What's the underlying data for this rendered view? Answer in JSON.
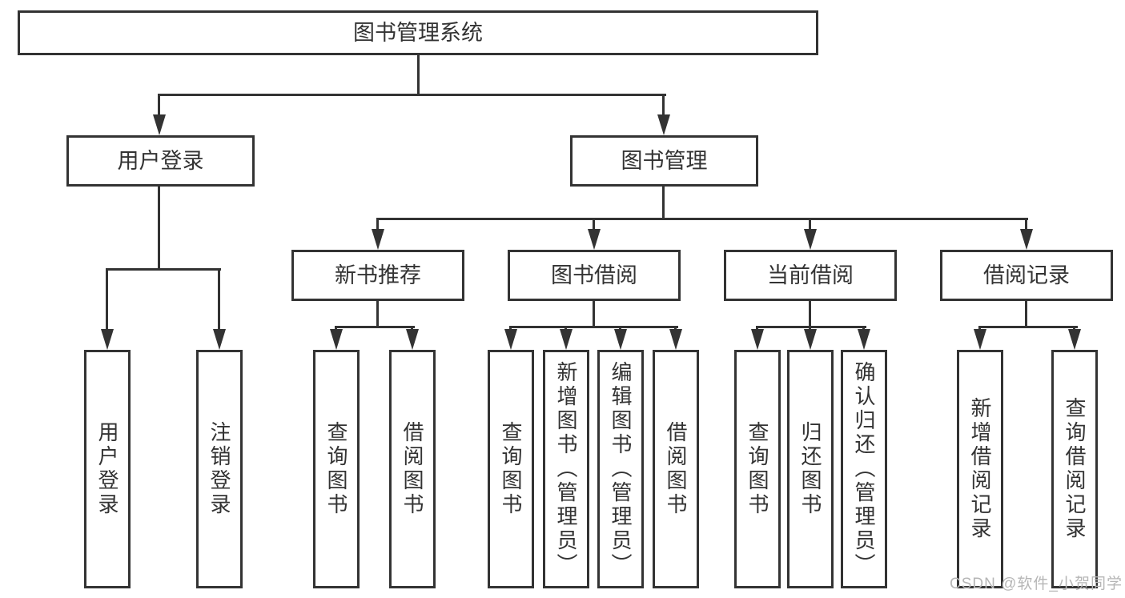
{
  "diagram": {
    "root": {
      "label": "图书管理系统"
    },
    "branches": [
      {
        "label": "用户登录",
        "children": [
          {
            "label": "用户登录"
          },
          {
            "label": "注销登录"
          }
        ]
      },
      {
        "label": "图书管理",
        "children": [
          {
            "label": "新书推荐",
            "children": [
              {
                "label": "查询图书"
              },
              {
                "label": "借阅图书"
              }
            ]
          },
          {
            "label": "图书借阅",
            "children": [
              {
                "label": "查询图书"
              },
              {
                "label": "新增图书（管理员）"
              },
              {
                "label": "编辑图书（管理员）"
              },
              {
                "label": "借阅图书"
              }
            ]
          },
          {
            "label": "当前借阅",
            "children": [
              {
                "label": "查询图书"
              },
              {
                "label": "归还图书"
              },
              {
                "label": "确认归还（管理员）"
              }
            ]
          },
          {
            "label": "借阅记录",
            "children": [
              {
                "label": "新增借阅记录"
              },
              {
                "label": "查询借阅记录"
              }
            ]
          }
        ]
      }
    ]
  },
  "watermark": {
    "text": "CSDN @软件_小贺同学"
  },
  "colors": {
    "line": "#333333",
    "box_border": "#333333",
    "text": "#333333",
    "watermark_text": "#b6b6b6",
    "background": "#ffffff"
  }
}
